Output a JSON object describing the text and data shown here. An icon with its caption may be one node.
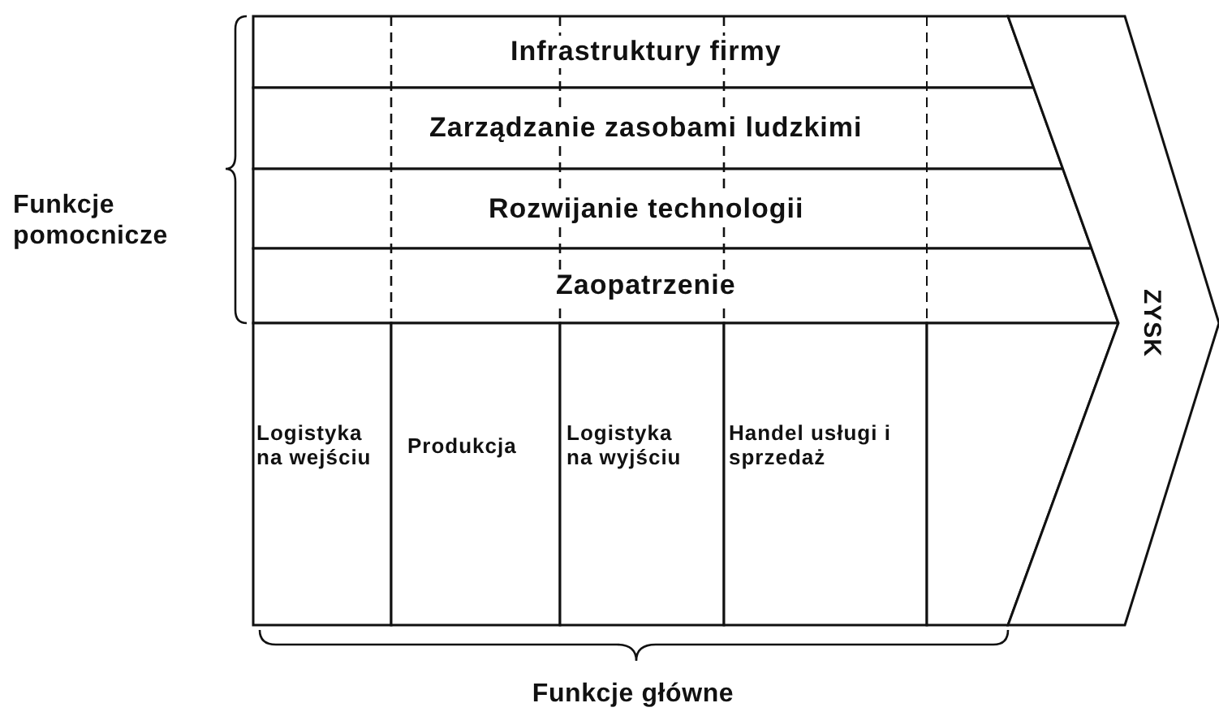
{
  "diagram": {
    "nodes": [
      {
        "text": [
          "Infrastruktury firmy"
        ]
      },
      {
        "text": [
          "Zarządzanie zasobami ludzkimi"
        ]
      },
      {
        "text": [
          "Rozwijanie technologii"
        ]
      },
      {
        "text": [
          "Zaopatrzenie"
        ]
      },
      {
        "text": [
          "Logistyka na wejściu"
        ]
      },
      {
        "text": [
          "Produkcja"
        ]
      },
      {
        "text": [
          "Logistyka na wyjściu"
        ]
      },
      {
        "text": [
          "Handel usługi i sprzedaż"
        ]
      },
      {
        "text": [],
        "shape": "box"
      },
      {
        "text": [
          "ZYSK"
        ]
      }
    ],
    "edges": [],
    "labels": [
      "Funkcje pomocnicze",
      "Funkcje główne"
    ]
  }
}
